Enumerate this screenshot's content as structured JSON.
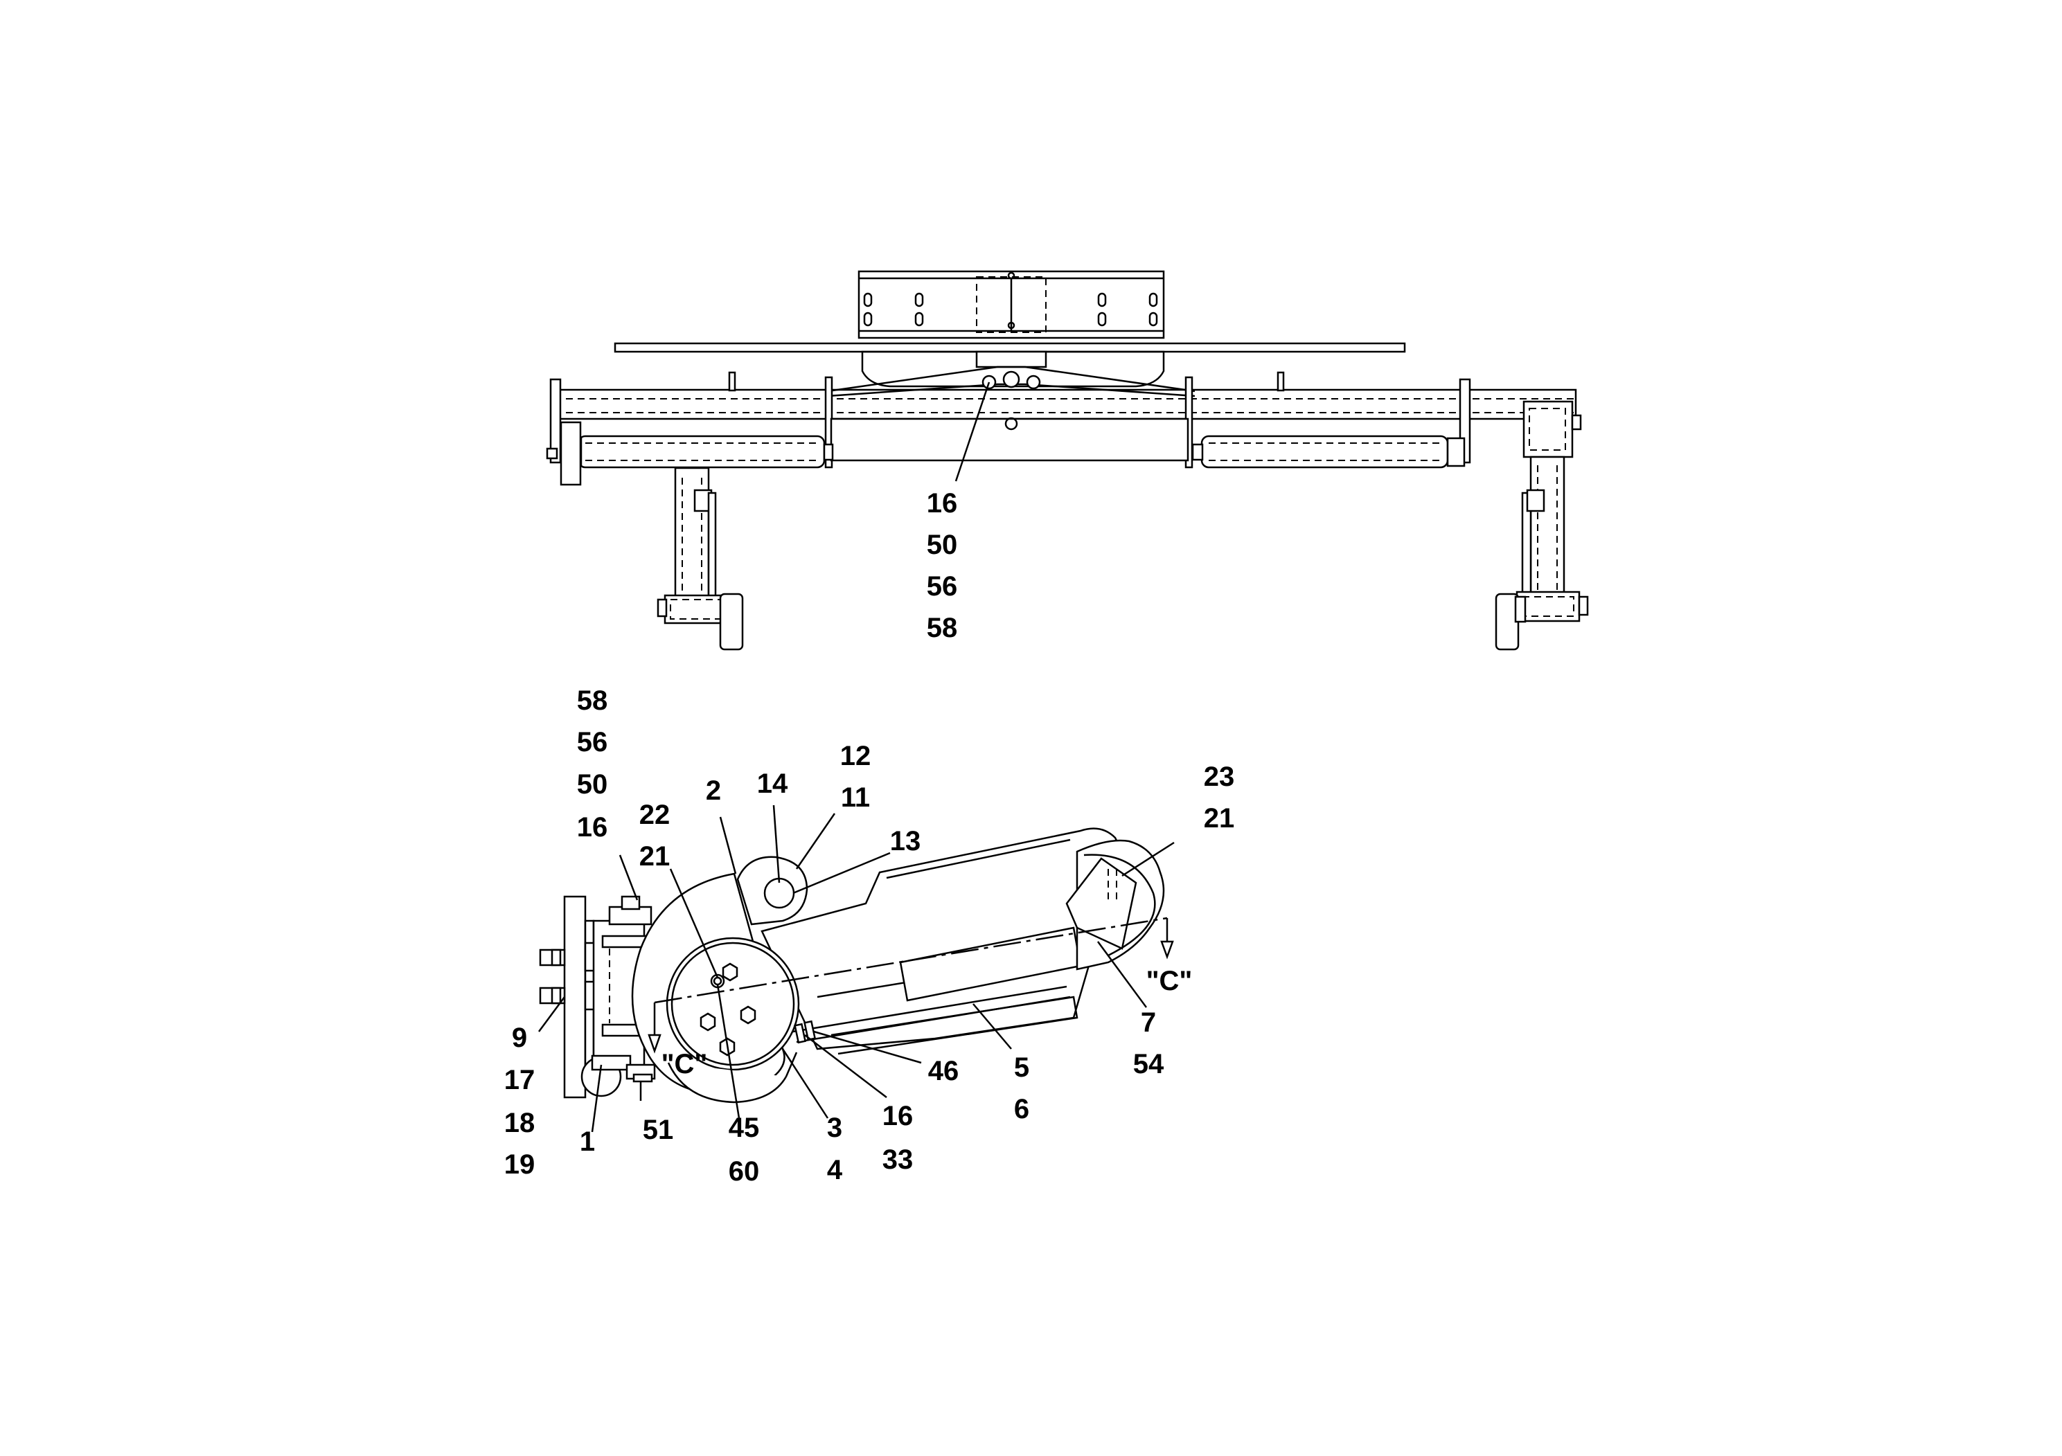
{
  "top_view": {
    "callouts": [
      "16",
      "50",
      "56",
      "58"
    ]
  },
  "side_view": {
    "group_mount": [
      "58",
      "56",
      "50",
      "16"
    ],
    "label_2": "2",
    "group_22": [
      "22",
      "21"
    ],
    "label_14": "14",
    "group_12": [
      "12",
      "11"
    ],
    "label_13": "13",
    "group_23": [
      "23",
      "21"
    ],
    "section_right": "\"C\"",
    "section_left": "\"C\"",
    "group_7": [
      "7",
      "54"
    ],
    "label_46": "46",
    "group_5": [
      "5",
      "6"
    ],
    "group_16": [
      "16",
      "33"
    ],
    "group_3": [
      "3",
      "4"
    ],
    "group_45": [
      "45",
      "60"
    ],
    "label_51": "51",
    "label_1": "1",
    "group_9": [
      "9",
      "17",
      "18",
      "19"
    ]
  }
}
